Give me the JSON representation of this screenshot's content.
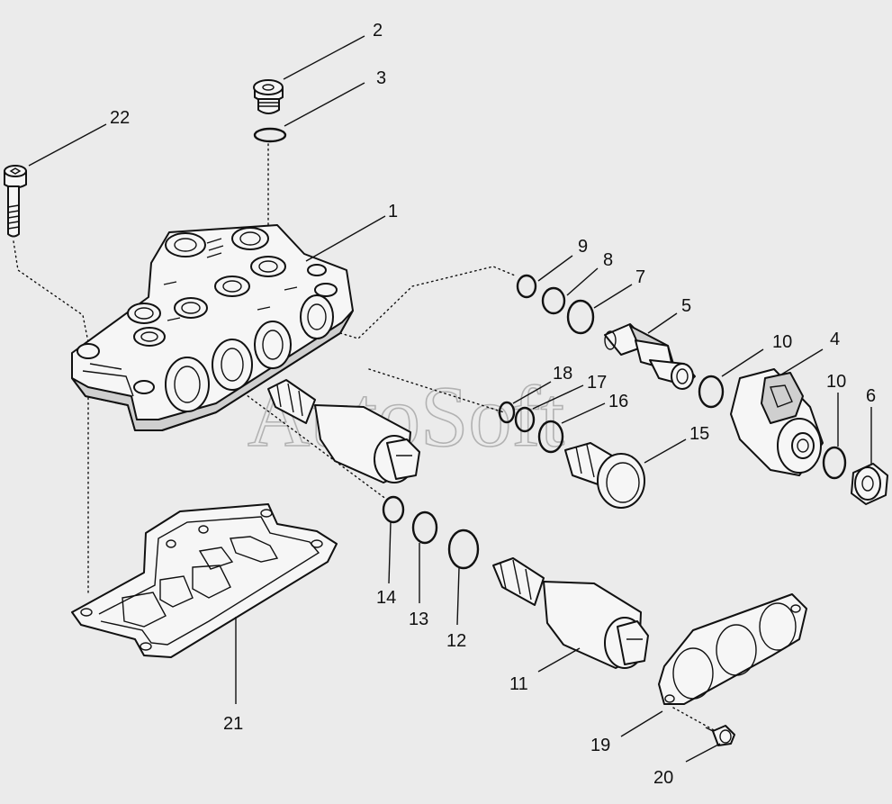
{
  "watermark": "AutoSoft",
  "callouts": [
    {
      "id": "c1",
      "label": "1"
    },
    {
      "id": "c2",
      "label": "2"
    },
    {
      "id": "c3",
      "label": "3"
    },
    {
      "id": "c4",
      "label": "4"
    },
    {
      "id": "c5",
      "label": "5"
    },
    {
      "id": "c6",
      "label": "6"
    },
    {
      "id": "c7",
      "label": "7"
    },
    {
      "id": "c8",
      "label": "8"
    },
    {
      "id": "c9",
      "label": "9"
    },
    {
      "id": "c10a",
      "label": "10"
    },
    {
      "id": "c10b",
      "label": "10"
    },
    {
      "id": "c11",
      "label": "11"
    },
    {
      "id": "c12",
      "label": "12"
    },
    {
      "id": "c13",
      "label": "13"
    },
    {
      "id": "c14",
      "label": "14"
    },
    {
      "id": "c15",
      "label": "15"
    },
    {
      "id": "c16",
      "label": "16"
    },
    {
      "id": "c17",
      "label": "17"
    },
    {
      "id": "c18",
      "label": "18"
    },
    {
      "id": "c19",
      "label": "19"
    },
    {
      "id": "c20",
      "label": "20"
    },
    {
      "id": "c21",
      "label": "21"
    },
    {
      "id": "c22",
      "label": "22"
    }
  ]
}
